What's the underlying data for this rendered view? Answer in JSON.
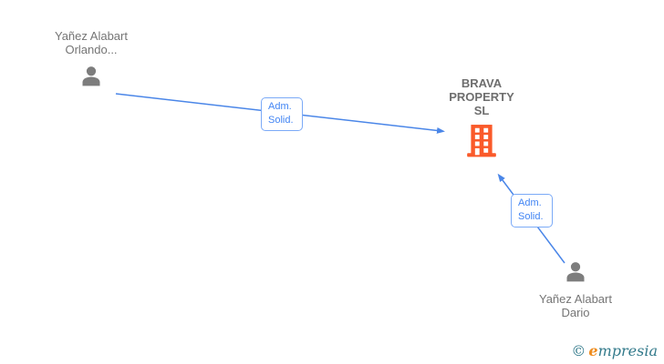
{
  "diagram": {
    "nodes": {
      "person_orlando": {
        "label": "Yañez Alabart Orlando...",
        "type": "person"
      },
      "company_brava": {
        "label": "BRAVA PROPERTY SL",
        "type": "company"
      },
      "person_dario": {
        "label": "Yañez Alabart Dario",
        "type": "person"
      }
    },
    "edges": [
      {
        "label": "Adm. Solid.",
        "from": "person_orlando",
        "to": "company_brava"
      },
      {
        "label": "Adm. Solid.",
        "from": "person_dario",
        "to": "company_brava"
      }
    ]
  },
  "watermark": {
    "copyright": "©",
    "brand_first_letter": "e",
    "brand_rest": "mpresia"
  },
  "icons": {
    "person": "person-silhouette-icon",
    "company": "building-icon"
  },
  "colors": {
    "edge_blue": "#4a86e8",
    "edge_label_text": "#4285f4",
    "edge_label_border": "#7baaf7",
    "person_icon_gray": "#7d7d7d",
    "person_label_gray": "#757575",
    "company_label_gray": "#6e6e6e",
    "building_orange": "#fa5a2a",
    "logo_teal": "#337a8b",
    "logo_orange": "#ee8c1e",
    "background": "#ffffff"
  }
}
